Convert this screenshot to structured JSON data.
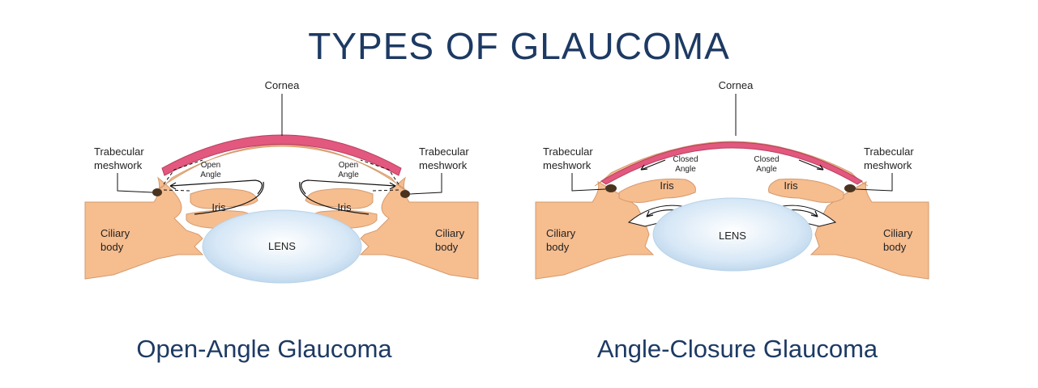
{
  "title": "TYPES OF GLAUCOMA",
  "left": {
    "caption": "Open-Angle Glaucoma",
    "cornea": "Cornea",
    "trabecular": [
      "Trabecular",
      "meshwork"
    ],
    "angle": [
      "Open",
      "Angle"
    ],
    "iris": "Iris",
    "ciliary": [
      "Ciliary",
      "body"
    ],
    "lens": "LENS"
  },
  "right": {
    "caption": "Angle-Closure Glaucoma",
    "cornea": "Cornea",
    "trabecular": [
      "Trabecular",
      "meshwork"
    ],
    "angle": [
      "Closed",
      "Angle"
    ],
    "iris": "Iris",
    "ciliary": [
      "Ciliary",
      "body"
    ],
    "lens": "LENS"
  },
  "colors": {
    "title": "#1d3a63",
    "tissue": "#f6bd8f",
    "cornea_inner": "#e2587e",
    "lens": "#cfe2f3",
    "meshwork": "#4a3420"
  }
}
